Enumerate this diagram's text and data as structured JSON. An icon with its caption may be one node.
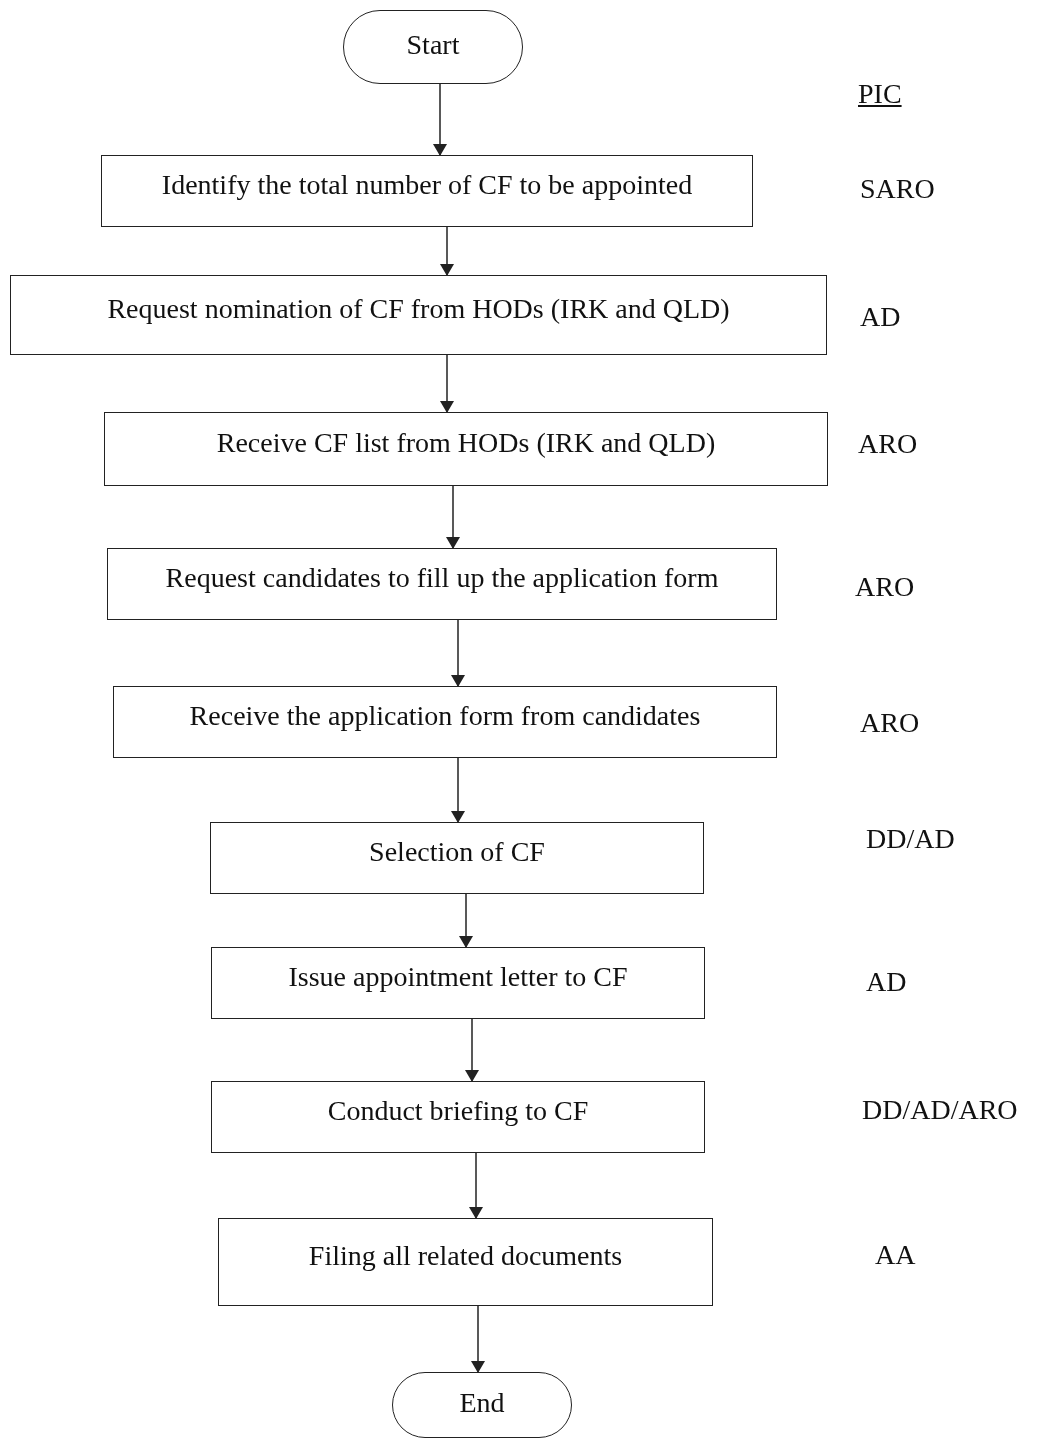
{
  "diagram": {
    "nodes": [
      {
        "text": [
          "Start"
        ]
      },
      {
        "text": [
          "Identify the total number of CF to be appointed"
        ]
      },
      {
        "text": [
          "Request nomination of CF from HODs (IRK and QLD)"
        ]
      },
      {
        "text": [
          "Receive CF list from HODs (IRK and QLD)"
        ]
      },
      {
        "text": [
          "Request candidates to fill up the application form"
        ]
      },
      {
        "text": [
          "Receive the application form from candidates"
        ]
      },
      {
        "text": [
          "Selection of CF"
        ]
      },
      {
        "text": [
          "Issue appointment letter to CF"
        ]
      },
      {
        "text": [
          "Conduct briefing to CF"
        ]
      },
      {
        "text": [
          "Filing all related documents"
        ]
      },
      {
        "text": [
          "End"
        ]
      }
    ],
    "edges": [
      {
        "from": 0,
        "to": 1,
        "arrow": "to"
      },
      {
        "from": 1,
        "to": 2,
        "arrow": "to"
      },
      {
        "from": 2,
        "to": 3,
        "arrow": "to"
      },
      {
        "from": 3,
        "to": 4,
        "arrow": "to"
      },
      {
        "from": 4,
        "to": 5,
        "arrow": "to"
      },
      {
        "from": 5,
        "to": 6,
        "arrow": "to"
      },
      {
        "from": 6,
        "to": 7,
        "arrow": "to"
      },
      {
        "from": 7,
        "to": 8,
        "arrow": "to"
      },
      {
        "from": 8,
        "to": 9,
        "arrow": "to"
      },
      {
        "from": 9,
        "to": 10,
        "arrow": "to"
      }
    ],
    "labels": [
      "PIC",
      "SARO",
      "AD",
      "ARO",
      "ARO",
      "ARO",
      "DD/AD",
      "AD",
      "DD/AD/ARO",
      "AA"
    ]
  }
}
